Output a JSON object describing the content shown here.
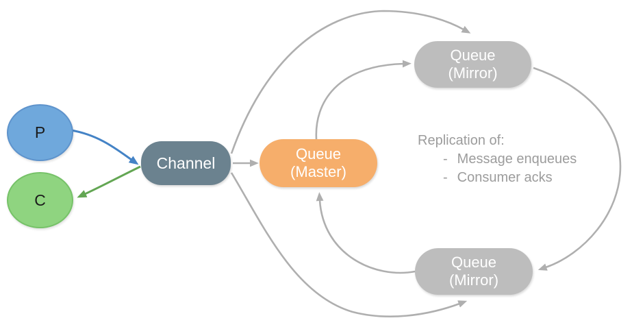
{
  "diagram": {
    "nodes": {
      "producer": {
        "label": "P"
      },
      "consumer": {
        "label": "C"
      },
      "channel": {
        "label": "Channel"
      },
      "queue_master": {
        "title": "Queue",
        "subtitle": "(Master)"
      },
      "queue_mirror_top": {
        "title": "Queue",
        "subtitle": "(Mirror)"
      },
      "queue_mirror_bottom": {
        "title": "Queue",
        "subtitle": "(Mirror)"
      }
    },
    "annotation": {
      "heading": "Replication of:",
      "bullet_char": "-",
      "items": [
        "Message enqueues",
        "Consumer acks"
      ]
    },
    "edges": [
      {
        "from": "producer",
        "to": "channel",
        "color": "blue"
      },
      {
        "from": "channel",
        "to": "consumer",
        "color": "green"
      },
      {
        "from": "channel",
        "to": "queue_master",
        "color": "gray"
      },
      {
        "from": "channel",
        "to": "queue_mirror_top",
        "color": "gray"
      },
      {
        "from": "channel",
        "to": "queue_mirror_bottom",
        "color": "gray"
      },
      {
        "from": "queue_master",
        "to": "queue_mirror_top",
        "color": "gray"
      },
      {
        "from": "queue_mirror_bottom",
        "to": "queue_master",
        "color": "gray"
      },
      {
        "from": "queue_mirror_top",
        "to": "queue_mirror_bottom",
        "color": "gray"
      }
    ],
    "colors": {
      "producer_fill": "#6fa8dc",
      "producer_border": "#5e93cc",
      "consumer_fill": "#8fd480",
      "consumer_border": "#76c268",
      "channel_fill": "#6b828f",
      "master_fill": "#f6ae6b",
      "mirror_fill": "#bdbdbd",
      "node_text": "#ffffff",
      "pc_text": "#1a1a1a",
      "arrow_gray": "#afafaf",
      "arrow_blue": "#4483c6",
      "arrow_green": "#63a653",
      "annotation_text": "#9c9c9c",
      "background": "#ffffff"
    }
  }
}
